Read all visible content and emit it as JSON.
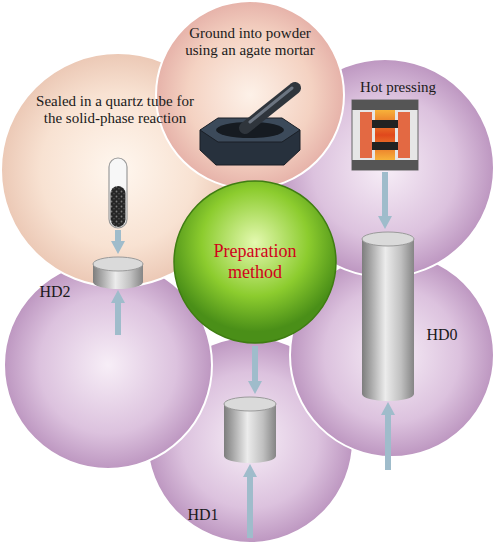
{
  "diagram": {
    "nodes": [
      {
        "text": [
          "Ground into powder using an agate mortar"
        ]
      },
      {
        "text": [
          "Sealed in a quartz tube for the solid-phase reaction"
        ]
      },
      {
        "text": [
          "Hot pressing"
        ]
      },
      {
        "text": [
          "Preparation method"
        ]
      },
      {
        "text": [
          "HD2"
        ]
      },
      {
        "text": [
          "HD1"
        ]
      },
      {
        "text": [
          "HD0"
        ]
      }
    ],
    "edges": [
      {
        "from": 1,
        "to": 4,
        "arrow": "to"
      },
      {
        "from": 3,
        "to": 5,
        "arrow": "to"
      },
      {
        "from": 2,
        "to": 6,
        "arrow": "to"
      }
    ]
  }
}
